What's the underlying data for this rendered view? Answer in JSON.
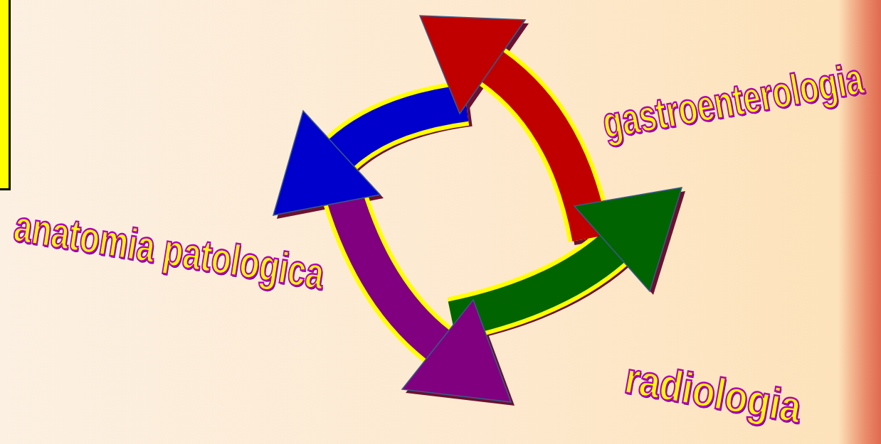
{
  "diagram": {
    "labels": [
      "gastroenterologia",
      "anatomia patologica",
      "radiologia"
    ]
  }
}
